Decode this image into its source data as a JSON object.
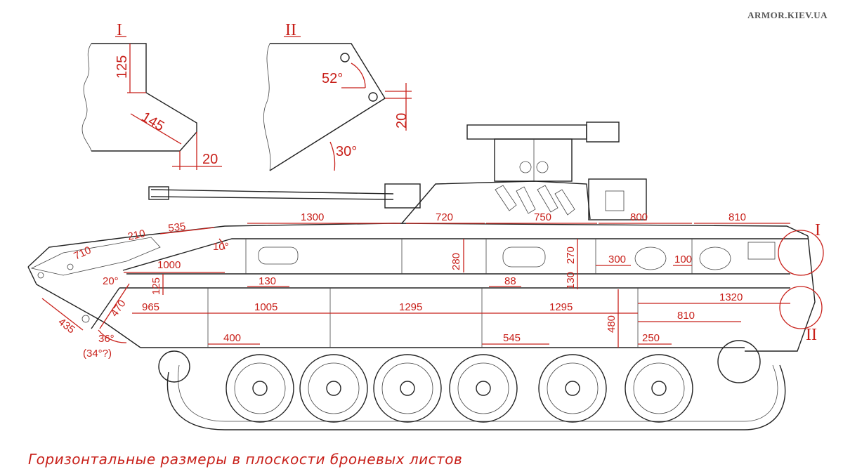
{
  "watermark": "ARMOR.KIEV.UA",
  "caption": "Горизонтальные размеры в плоскости броневых листов",
  "details": {
    "detail_1": {
      "label": "I",
      "dims": [
        "125",
        "145",
        "20"
      ]
    },
    "detail_2": {
      "label": "II",
      "dims": [
        "52°",
        "20",
        "30°"
      ]
    }
  },
  "callouts": {
    "front_top": "I",
    "front_bottom": "II"
  },
  "dimensions": {
    "upper": [
      "535",
      "210",
      "710",
      "1300",
      "720",
      "750",
      "800",
      "810",
      "10°",
      "1000",
      "20°",
      "125",
      "130",
      "280",
      "88",
      "270",
      "130",
      "300",
      "100"
    ],
    "lower": [
      "435",
      "470",
      "965",
      "1005",
      "1295",
      "1295",
      "1320",
      "480",
      "810",
      "400",
      "545",
      "250"
    ],
    "angles": [
      "36°",
      "(34°?)"
    ]
  },
  "colors": {
    "dimension": "#c8201a",
    "line": "#222222",
    "background": "#ffffff"
  }
}
